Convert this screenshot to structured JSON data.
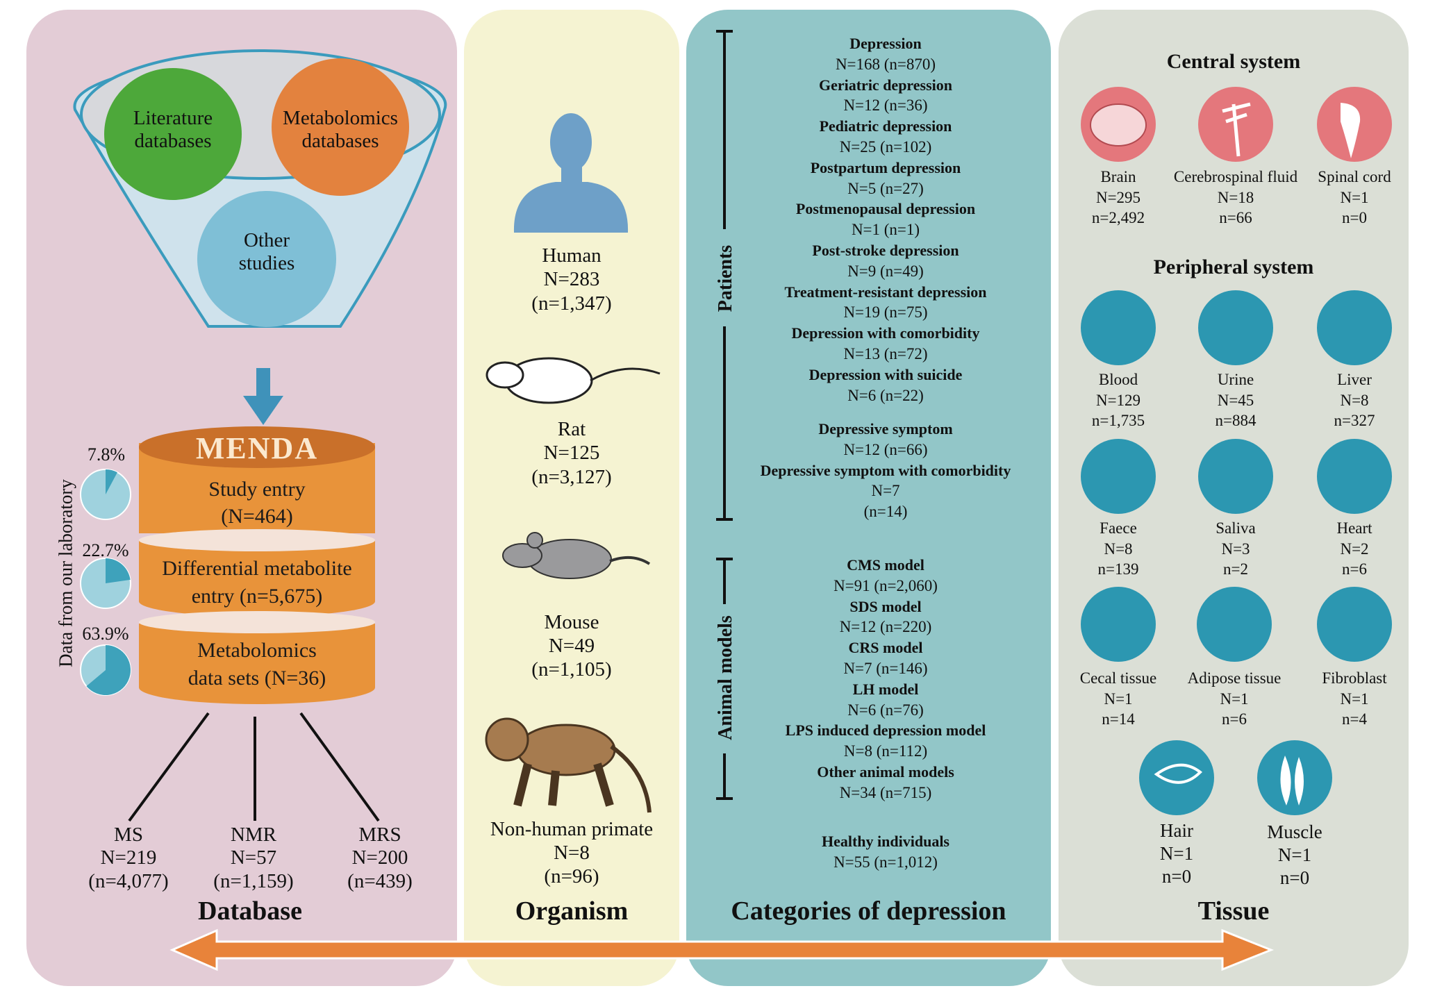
{
  "database": {
    "sources": [
      "Literature databases",
      "Metabolomics databases",
      "Other studies"
    ],
    "menda_title": "MENDA",
    "entries": [
      {
        "label": "Study entry",
        "count": "(N=464)",
        "percent": "7.8%",
        "fraction": 0.078
      },
      {
        "label": "Differential metabolite",
        "count": "entry (n=5,675)",
        "percent": "22.7%",
        "fraction": 0.227
      },
      {
        "label": "Metabolomics",
        "count": "data sets (N=36)",
        "percent": "63.9%",
        "fraction": 0.639
      }
    ],
    "side_label": "Data from our laboratory",
    "methods": [
      {
        "name": "MS",
        "N": "N=219",
        "n": "(n=4,077)"
      },
      {
        "name": "NMR",
        "N": "N=57",
        "n": "(n=1,159)"
      },
      {
        "name": "MRS",
        "N": "N=200",
        "n": "(n=439)"
      }
    ],
    "footer": "Database"
  },
  "organism": {
    "items": [
      {
        "name": "Human",
        "N": "N=283",
        "n": "(n=1,347)",
        "icon": "human-icon"
      },
      {
        "name": "Rat",
        "N": "N=125",
        "n": "(n=3,127)",
        "icon": "rat-icon"
      },
      {
        "name": "Mouse",
        "N": "N=49",
        "n": "(n=1,105)",
        "icon": "mouse-icon"
      },
      {
        "name": "Non-human primate",
        "N": "N=8",
        "n": "(n=96)",
        "icon": "primate-icon"
      }
    ],
    "footer": "Organism"
  },
  "categories": {
    "patients_label": "Patients",
    "animal_label": "Animal models",
    "patients": [
      {
        "name": "Depression",
        "value": "N=168 (n=870)"
      },
      {
        "name": "Geriatric depression",
        "value": "N=12 (n=36)"
      },
      {
        "name": "Pediatric depression",
        "value": "N=25 (n=102)"
      },
      {
        "name": "Postpartum depression",
        "value": "N=5 (n=27)"
      },
      {
        "name": "Postmenopausal depression",
        "value": "N=1 (n=1)"
      },
      {
        "name": "Post-stroke depression",
        "value": "N=9 (n=49)"
      },
      {
        "name": "Treatment-resistant depression",
        "value": "N=19 (n=75)"
      },
      {
        "name": "Depression with comorbidity",
        "value": "N=13 (n=72)"
      },
      {
        "name": "Depression with suicide",
        "value": "N=6 (n=22)"
      }
    ],
    "symptoms": [
      {
        "name": "Depressive symptom",
        "value": "N=12 (n=66)"
      },
      {
        "name": "Depressive symptom with comorbidity",
        "value": "N=7",
        "value2": "(n=14)"
      }
    ],
    "animals": [
      {
        "name": "CMS model",
        "value": "N=91 (n=2,060)"
      },
      {
        "name": "SDS model",
        "value": "N=12 (n=220)"
      },
      {
        "name": "CRS model",
        "value": "N=7 (n=146)"
      },
      {
        "name": "LH model",
        "value": "N=6 (n=76)"
      },
      {
        "name": "LPS induced depression model",
        "value": "N=8 (n=112)"
      },
      {
        "name": "Other animal models",
        "value": "N=34 (n=715)"
      }
    ],
    "healthy": {
      "name": "Healthy individuals",
      "value": "N=55 (n=1,012)"
    },
    "footer": "Categories of depression"
  },
  "tissue": {
    "central_title": "Central system",
    "central": [
      {
        "name": "Brain",
        "N": "N=295",
        "n": "n=2,492",
        "icon": "brain-icon"
      },
      {
        "name": "Cerebrospinal fluid",
        "N": "N=18",
        "n": "n=66",
        "icon": "csf-icon"
      },
      {
        "name": "Spinal cord",
        "N": "N=1",
        "n": "n=0",
        "icon": "spinal-cord-icon"
      }
    ],
    "peripheral_title": "Peripheral system",
    "peripheral": [
      {
        "name": "Blood",
        "N": "N=129",
        "n": "n=1,735",
        "icon": "blood-icon"
      },
      {
        "name": "Urine",
        "N": "N=45",
        "n": "n=884",
        "icon": "urine-icon"
      },
      {
        "name": "Liver",
        "N": "N=8",
        "n": "n=327",
        "icon": "liver-icon"
      },
      {
        "name": "Faece",
        "N": "N=8",
        "n": "n=139",
        "icon": "faece-icon"
      },
      {
        "name": "Saliva",
        "N": "N=3",
        "n": "n=2",
        "icon": "saliva-icon"
      },
      {
        "name": "Heart",
        "N": "N=2",
        "n": "n=6",
        "icon": "heart-icon"
      },
      {
        "name": "Cecal tissue",
        "N": "N=1",
        "n": "n=14",
        "icon": "cecal-icon"
      },
      {
        "name": "Adipose tissue",
        "N": "N=1",
        "n": "n=6",
        "icon": "adipose-icon"
      },
      {
        "name": "Fibroblast",
        "N": "N=1",
        "n": "n=4",
        "icon": "fibroblast-icon"
      },
      {
        "name": "Hair",
        "N": "N=1",
        "n": "n=0",
        "icon": "hair-icon"
      },
      {
        "name": "Muscle",
        "N": "N=1",
        "n": "n=0",
        "icon": "muscle-icon"
      }
    ],
    "footer": "Tissue"
  },
  "colors": {
    "db_panel": "#e3ccd6",
    "org_panel": "#f5f3d2",
    "cat_panel": "#92c6c8",
    "tis_panel": "#dbdfd6",
    "menda": "#e8933a",
    "teal_icon": "#2c97b1",
    "red_icon": "#e4777c",
    "arrow": "#e8833a"
  }
}
